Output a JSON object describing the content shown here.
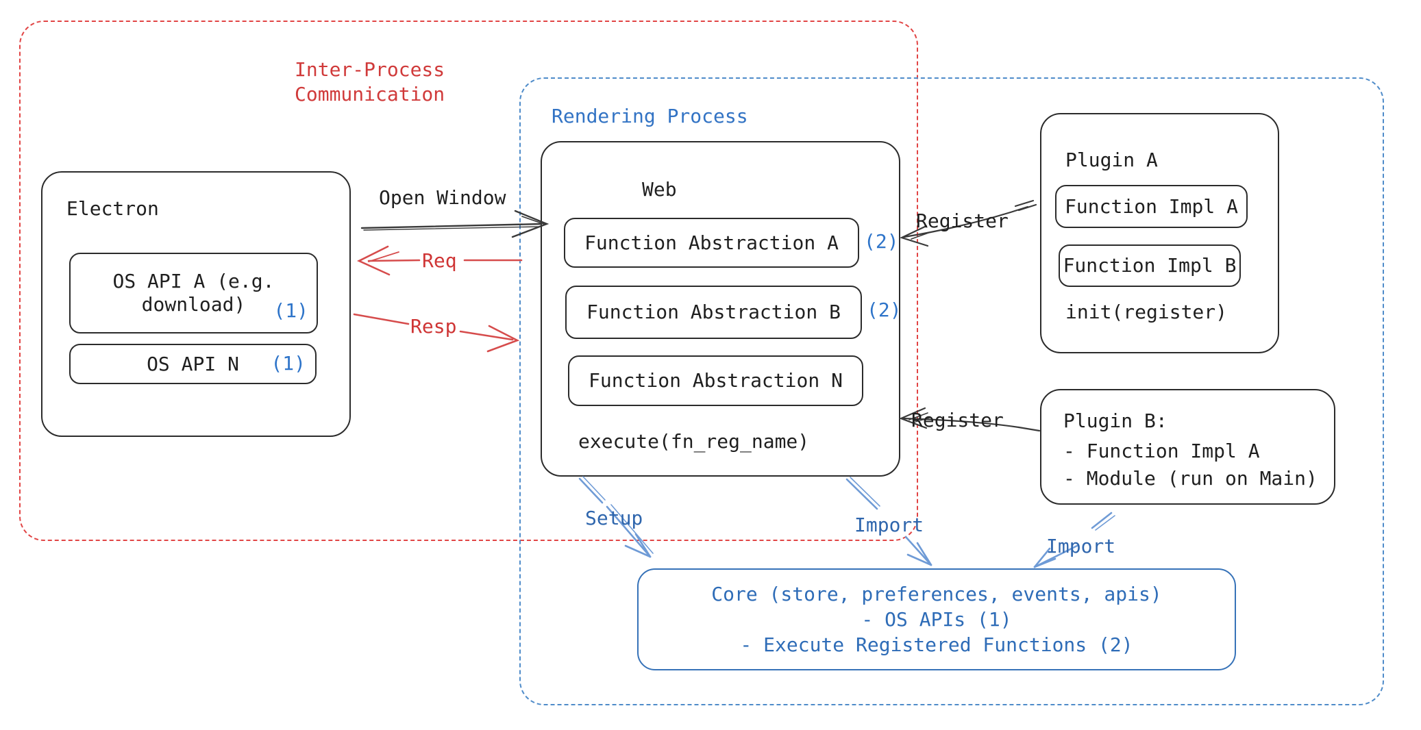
{
  "regions": {
    "ipc": {
      "label": "Inter-Process\nCommunication"
    },
    "rendering": {
      "label": "Rendering Process"
    }
  },
  "electron": {
    "title": "Electron",
    "os_api_a_line1": "OS API A (e.g.",
    "os_api_a_line2": "download)",
    "os_api_a_badge": "(1)",
    "os_api_n": "OS API N",
    "os_api_n_badge": "(1)"
  },
  "web": {
    "title": "Web",
    "fn_abstraction_a": "Function Abstraction A",
    "fn_abstraction_a_badge": "(2)",
    "fn_abstraction_b": "Function Abstraction B",
    "fn_abstraction_b_badge": "(2)",
    "fn_abstraction_n": "Function Abstraction N",
    "execute": "execute(fn_reg_name)"
  },
  "plugin_a": {
    "title": "Plugin A",
    "impl_a": "Function Impl A",
    "impl_b": "Function Impl B",
    "init": "init(register)"
  },
  "plugin_b": {
    "line1": "Plugin B:",
    "line2": "- Function Impl A",
    "line3": "- Module (run on Main)"
  },
  "core": {
    "line1": "Core (store, preferences, events, apis)",
    "line2": "- OS APIs (1)",
    "line3": "- Execute Registered Functions (2)"
  },
  "arrow_labels": {
    "open_window": "Open Window",
    "req": "Req",
    "resp": "Resp",
    "register_plugin_a": "Register",
    "register_plugin_b": "Register",
    "setup": "Setup",
    "import_web": "Import",
    "import_plugin": "Import"
  },
  "colors": {
    "red_dash": "#e14444",
    "red_text": "#d03a3a",
    "red_arrow": "#d64c4c",
    "blue_dash": "#4e8bc9",
    "blue_text": "#3273c4",
    "blue_arrow": "#6f9bd6",
    "badge_blue": "#2e74c9",
    "ink": "#2b2b2b"
  }
}
